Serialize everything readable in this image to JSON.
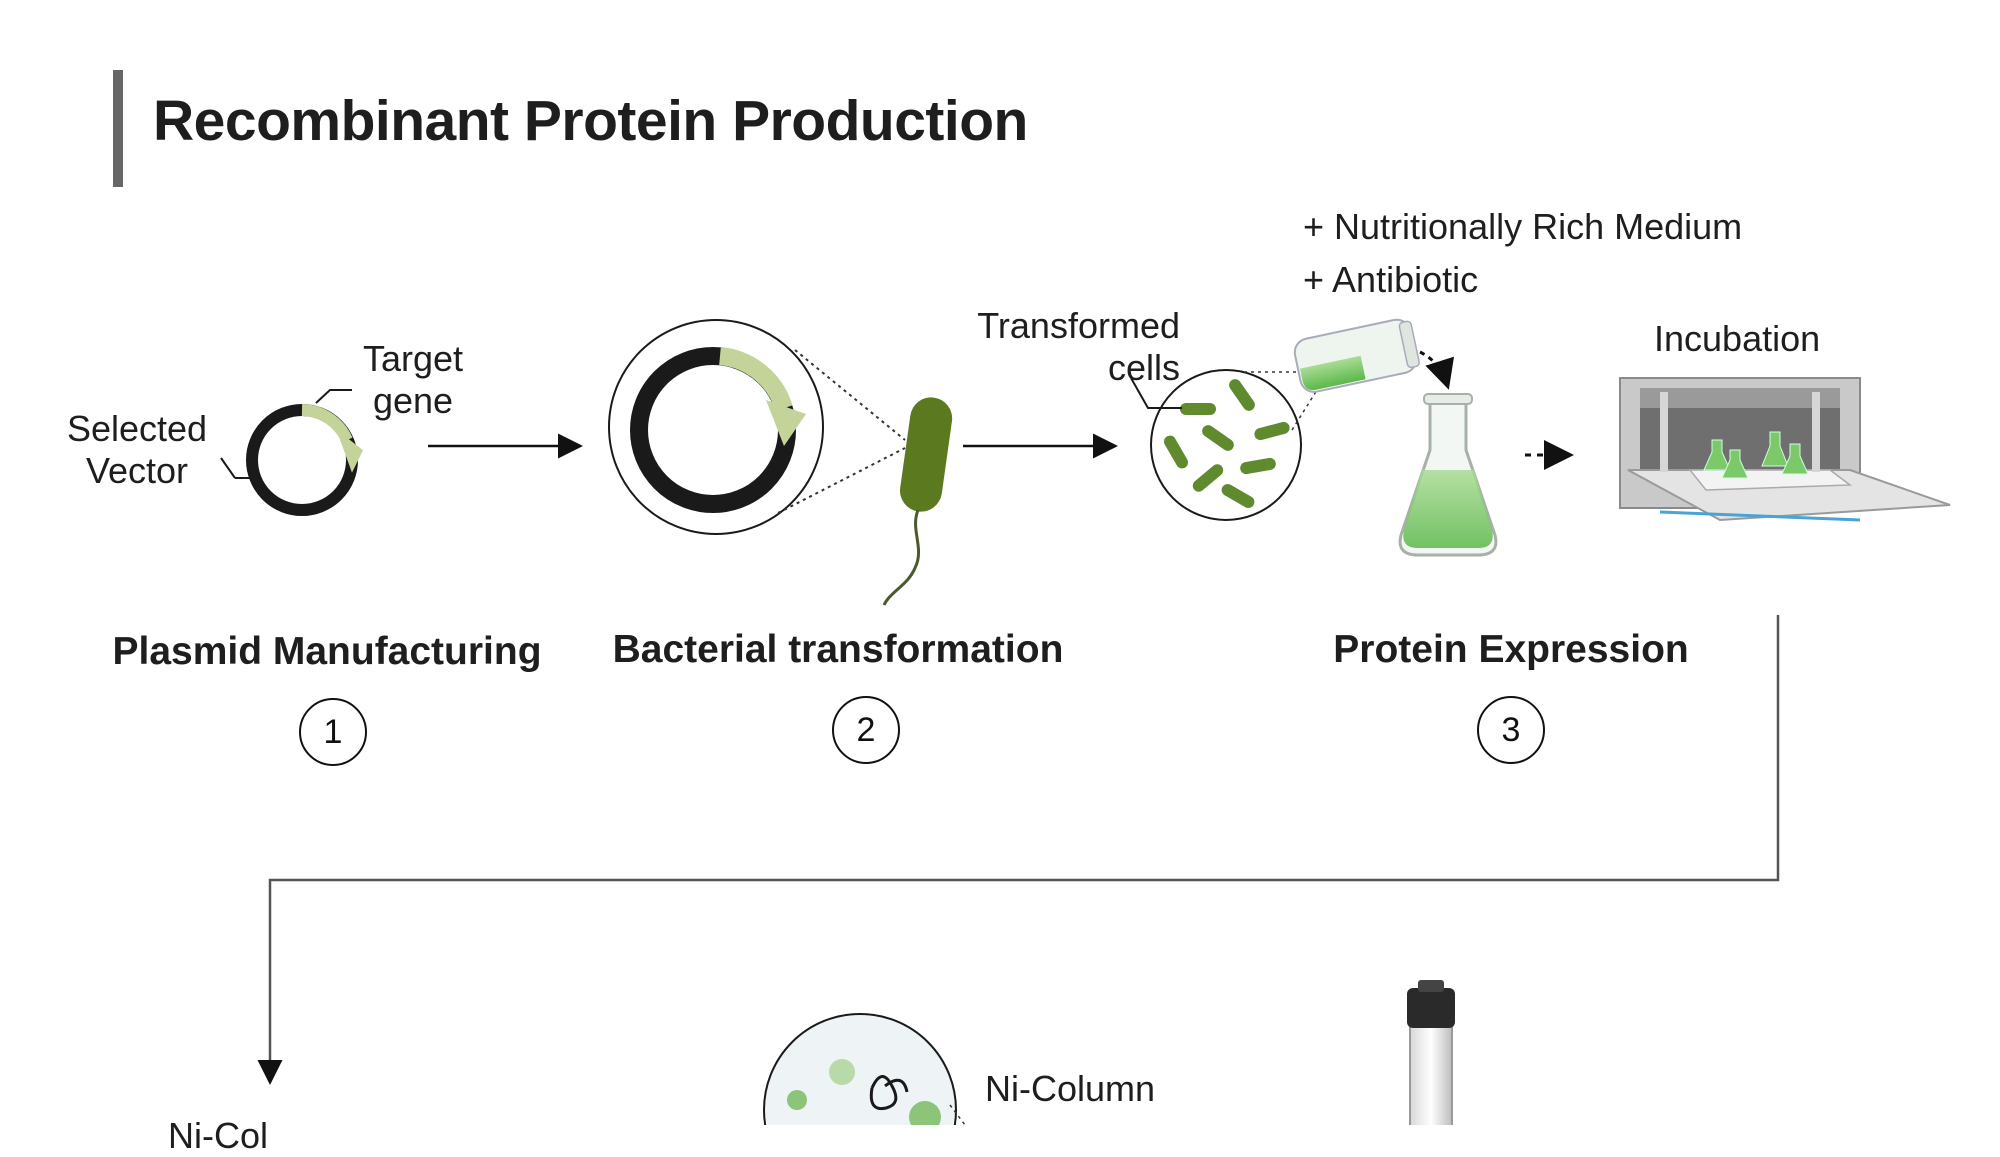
{
  "title": "Recombinant Protein Production",
  "labels": {
    "selected_vector": "Selected\nVector",
    "target_gene": "Target\ngene",
    "transformed_cells": "Transformed\ncells",
    "medium": "+ Nutritionally Rich Medium",
    "antibiotic": "+ Antibiotic",
    "incubation": "Incubation",
    "ni_column": "Ni-Column",
    "ni_col_partial": "Ni-Col"
  },
  "stages": [
    {
      "title": "Plasmid Manufacturing",
      "number": "1"
    },
    {
      "title": "Bacterial transformation",
      "number": "2"
    },
    {
      "title": "Protein Expression",
      "number": "3"
    }
  ],
  "colors": {
    "title_bar": "#666666",
    "gene_arrow": "#c3d39a",
    "bacterium": "#5b7a1f",
    "liquid": "#7cc96a",
    "plasmid": "#1a1a1a"
  }
}
